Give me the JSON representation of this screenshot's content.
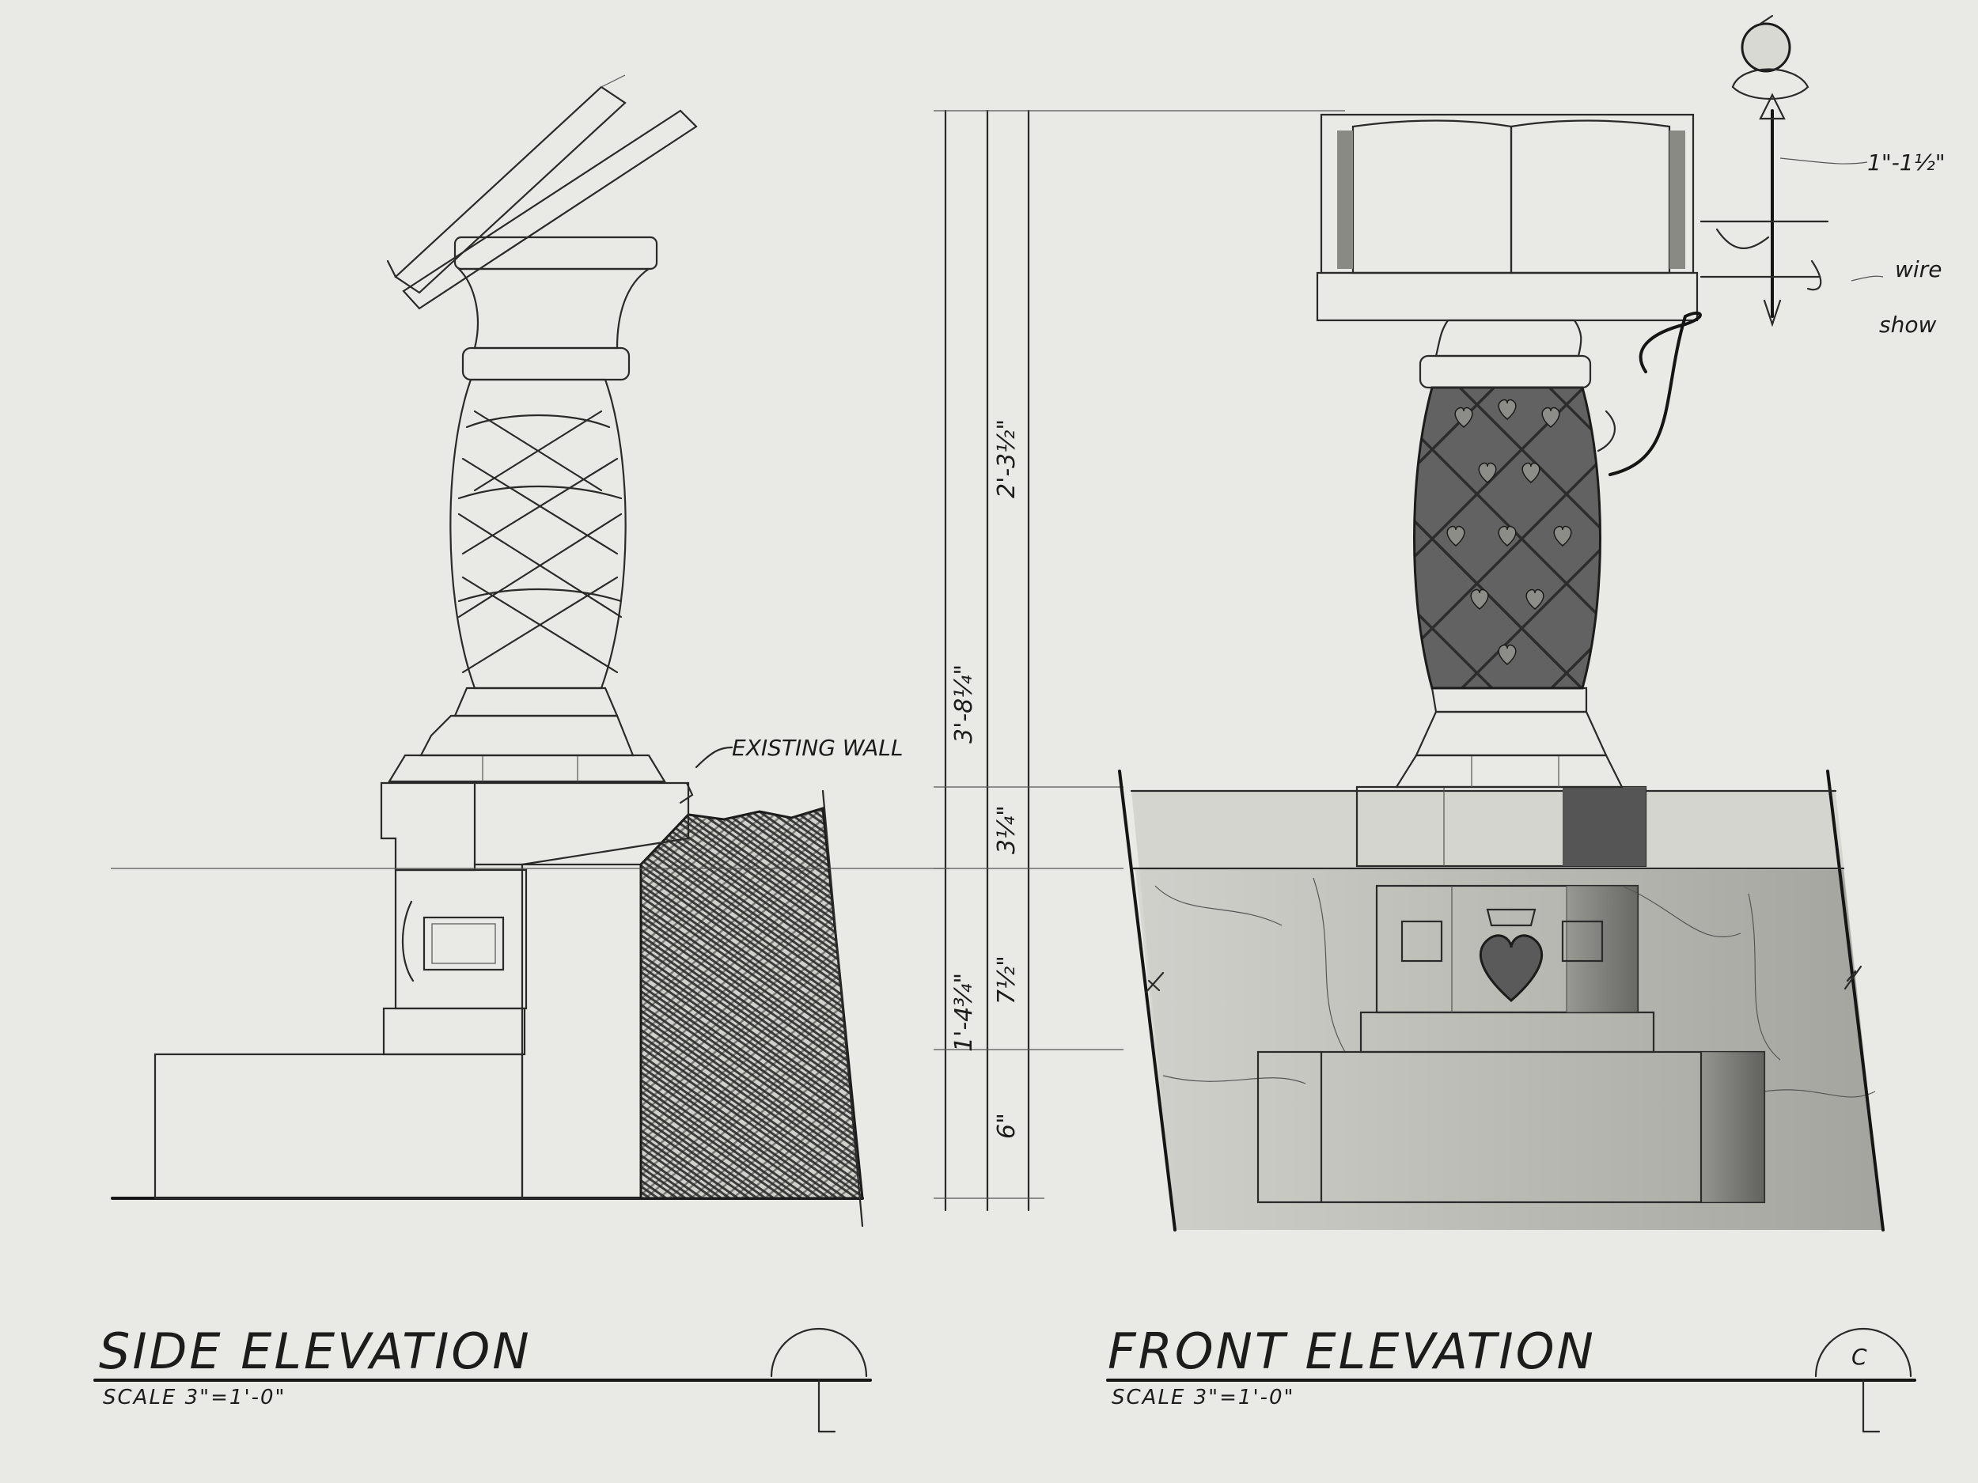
{
  "views": {
    "side": {
      "title": "SIDE ELEVATION",
      "scale": "SCALE 3\"=1'-0\"",
      "callout": "EXISTING WALL",
      "marker": ""
    },
    "front": {
      "title": "FRONT ELEVATION",
      "scale": "SCALE 3\"=1'-0\"",
      "marker": "C"
    }
  },
  "dimensions": {
    "overall": "3'-8¼\"",
    "upper": "2'-3½\"",
    "base_total": "1'-4¾\"",
    "cap": "3¼\"",
    "mid": "7½\"",
    "plinth": "6\""
  },
  "notes": {
    "finial_size": "1\"-1½\"",
    "note_a": "wire",
    "note_b": "show"
  },
  "colors": {
    "paper": "#e9e9e5",
    "graphite": "#2a2a2a",
    "hatch": "#3c3c3c"
  }
}
